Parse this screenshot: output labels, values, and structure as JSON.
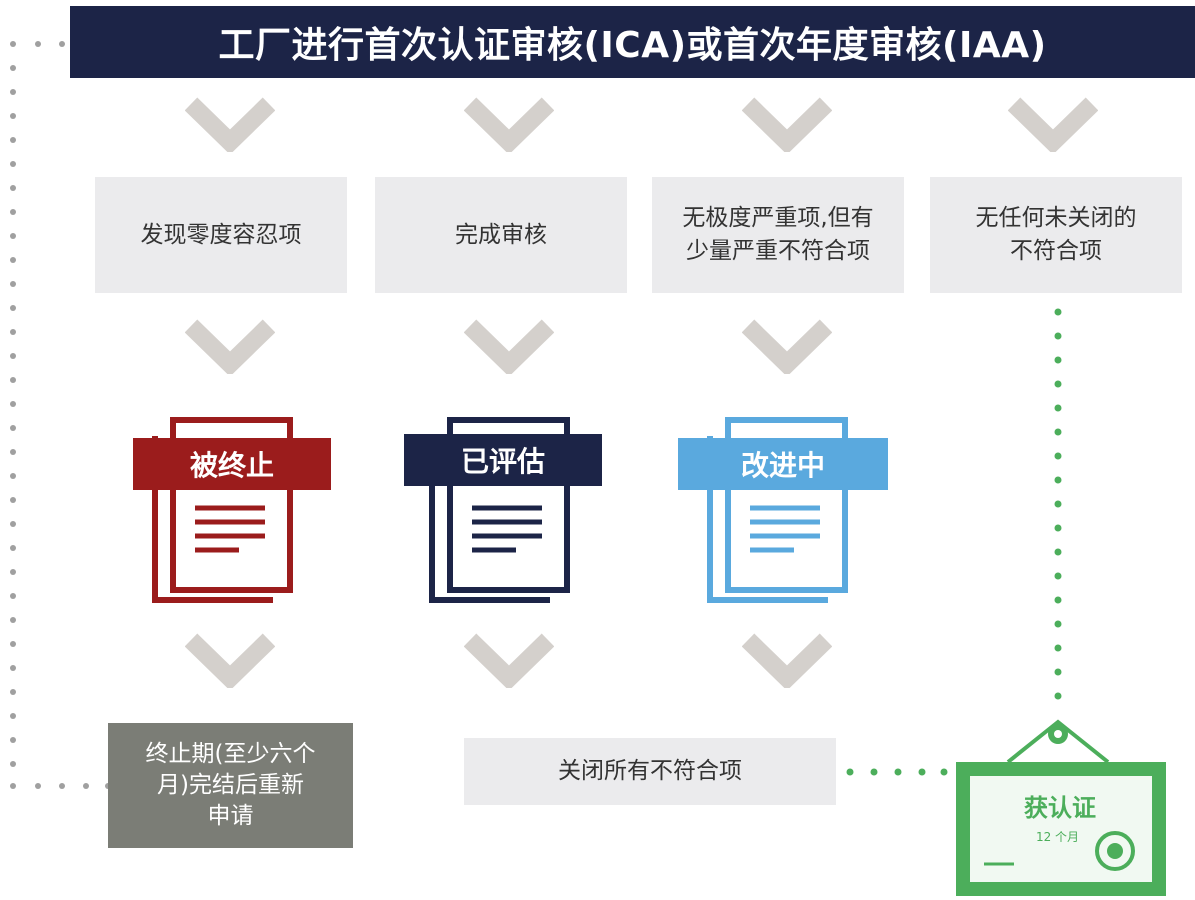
{
  "header": {
    "title": "工厂进行首次认证审核(ICA)或首次年度审核(IAA)"
  },
  "outcomes": [
    {
      "text": "发现零度容忍项"
    },
    {
      "text": "完成审核"
    },
    {
      "text": "无极度严重项,但有\n少量严重不符合项"
    },
    {
      "text": "无任何未关闭的\n不符合项"
    }
  ],
  "statuses": [
    {
      "label": "被终止",
      "color": "#9b1c1c"
    },
    {
      "label": "已评估",
      "color": "#1c2447"
    },
    {
      "label": "改进中",
      "color": "#5aa9de"
    }
  ],
  "next_steps": {
    "restart": "终止期(至少六个\n月)完结后重新\n申请",
    "close_all": "关闭所有不符合项"
  },
  "certificate": {
    "title": "获认证",
    "validity": "12 个月",
    "color": "#4cae5b"
  },
  "colors": {
    "chevron": "#d4d0cc",
    "dots_gray": "#a0a0a0",
    "dots_green": "#4cae5b"
  }
}
